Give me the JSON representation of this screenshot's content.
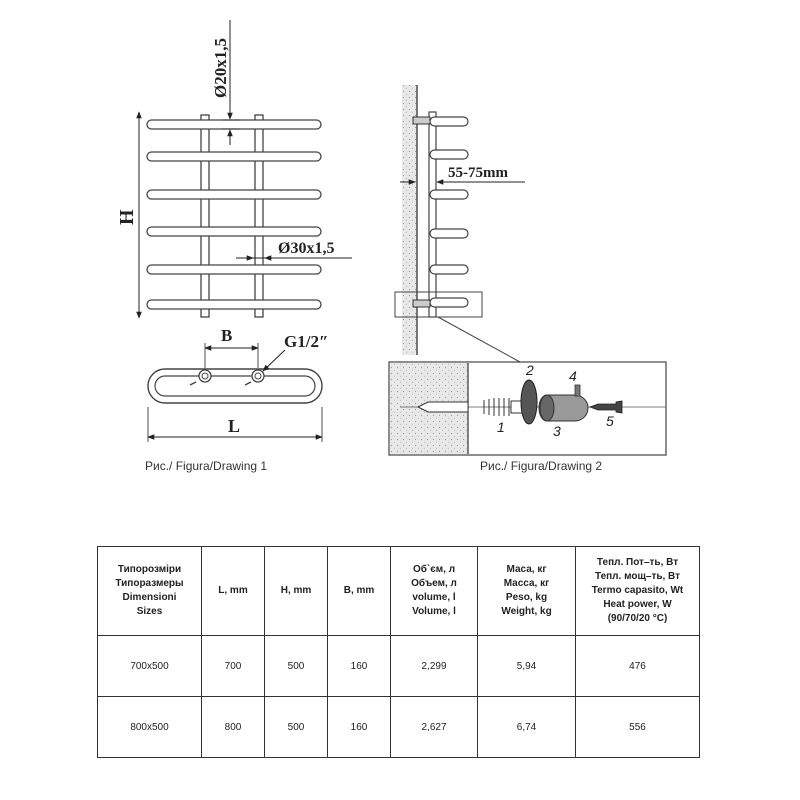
{
  "drawing1": {
    "dim_pipe_small": "Ø20x1,5",
    "dim_pipe_large": "Ø30x1,5",
    "dim_height": "H",
    "dim_b": "B",
    "dim_thread": "G1/2″",
    "dim_length": "L",
    "caption": "Рис./ Figura/Drawing 1"
  },
  "drawing2": {
    "dim_wall_gap": "55-75mm",
    "parts": [
      "1",
      "2",
      "3",
      "4",
      "5"
    ],
    "caption": "Рис./ Figura/Drawing 2"
  },
  "table": {
    "headers": [
      [
        "Типорозміри",
        "Типоразмеры",
        "Dimensioni",
        "Sizes"
      ],
      [
        "L, mm"
      ],
      [
        "H, mm"
      ],
      [
        "B, mm"
      ],
      [
        "Об`єм, л",
        "Объем, л",
        "volume, l",
        "Volume, l"
      ],
      [
        "Маса, кг",
        "Масса, кг",
        "Peso, kg",
        "Weight, kg"
      ],
      [
        "Тепл. Пот–ть, Вт",
        "Тепл. мощ–ть, Вт",
        "Termo capasito, Wt",
        "Heat power, W",
        "(90/70/20 °C)"
      ]
    ],
    "rows": [
      [
        "700x500",
        "700",
        "500",
        "160",
        "2,299",
        "5,94",
        "476"
      ],
      [
        "800x500",
        "800",
        "500",
        "160",
        "2,627",
        "6,74",
        "556"
      ]
    ]
  }
}
